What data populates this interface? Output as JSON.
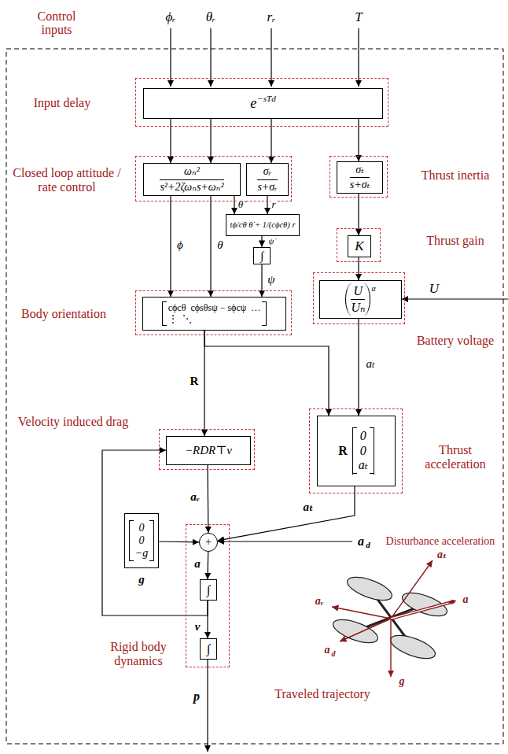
{
  "diagram": {
    "nodes": [
      {
        "text": [
          "Input delay"
        ]
      },
      {
        "text": [
          "e",
          "−sTd"
        ],
        "in": 0
      },
      {
        "text": [
          "Closed loop attitude / rate control"
        ]
      },
      {
        "text": [
          "ωₙ²",
          "s²+2ζωₙs+ωₙ²"
        ],
        "in": 2
      },
      {
        "text": [
          "σᵣ",
          "s+σᵣ"
        ],
        "in": 2
      },
      {
        "text": [
          "Thrust inertia"
        ]
      },
      {
        "text": [
          "σₜ",
          "s+σₜ"
        ],
        "in": 5
      },
      {
        "text": [
          "Thrust gain"
        ]
      },
      {
        "text": [
          "K"
        ],
        "in": 7
      },
      {
        "text": [
          "tϕ/cθ θ̇ + 1/(cϕcθ) r"
        ]
      },
      {
        "text": [
          "∫"
        ]
      },
      {
        "text": [
          "Body orientation"
        ]
      },
      {
        "text": [
          "cϕcθ  cϕsθsψ − sϕcψ  …",
          "⋮  ⋱"
        ],
        "in": 11
      },
      {
        "text": [
          "Battery voltage"
        ]
      },
      {
        "text": [
          "U",
          "Uₙ",
          "α"
        ],
        "in": 13
      },
      {
        "text": [
          "Velocity induced drag"
        ]
      },
      {
        "text": [
          "−RDR⊤v"
        ],
        "in": 15
      },
      {
        "text": [
          "Thrust acceleration"
        ]
      },
      {
        "text": [
          "R",
          "0",
          "0",
          "aₜ"
        ],
        "in": 17
      },
      {
        "text": [
          "Rigid body dynamics"
        ]
      },
      {
        "text": [
          "+"
        ],
        "in": 19
      },
      {
        "text": [
          "∫"
        ],
        "in": 19
      },
      {
        "text": [
          "∫"
        ],
        "in": 19
      },
      {
        "text": [
          "0",
          "0",
          "−g"
        ]
      }
    ],
    "edges": [
      {
        "from": 1,
        "to": 3,
        "arrow": "to"
      },
      {
        "from": 1,
        "to": 3,
        "arrow": "to"
      },
      {
        "from": 1,
        "to": 4,
        "arrow": "to"
      },
      {
        "from": 1,
        "to": 6,
        "arrow": "to"
      },
      {
        "from": 3,
        "to": 9,
        "label": "θ̇",
        "arrow": "to"
      },
      {
        "from": 4,
        "to": 9,
        "label": "r",
        "arrow": "to"
      },
      {
        "from": 9,
        "to": 10,
        "label": "ψ̇",
        "arrow": "to"
      },
      {
        "from": 10,
        "to": 12,
        "label": "ψ",
        "arrow": "to"
      },
      {
        "from": 3,
        "to": 12,
        "label": "ϕ",
        "arrow": "to"
      },
      {
        "from": 3,
        "to": 12,
        "label": "θ",
        "arrow": "to"
      },
      {
        "from": 6,
        "to": 8,
        "arrow": "to"
      },
      {
        "from": 8,
        "to": 14,
        "arrow": "to"
      },
      {
        "from": 14,
        "to": 18,
        "label": "aₜ",
        "arrow": "to"
      },
      {
        "from": 12,
        "to": 16,
        "label": "R",
        "arrow": "to"
      },
      {
        "from": 12,
        "to": 18,
        "arrow": "to"
      },
      {
        "from": 16,
        "to": 20,
        "label": "aᵥ",
        "arrow": "to"
      },
      {
        "from": 18,
        "to": 20,
        "label": "aₜ",
        "arrow": "to"
      },
      {
        "from": 23,
        "to": 20,
        "label": "g",
        "arrow": "to"
      },
      {
        "from": 20,
        "to": 21,
        "label": "a",
        "arrow": "to"
      },
      {
        "from": 21,
        "to": 22,
        "label": "v",
        "arrow": "to"
      },
      {
        "from": 21,
        "to": 16,
        "arrow": "to"
      }
    ],
    "labels": [
      "Control inputs",
      "ϕᵣ",
      "θᵣ",
      "rᵣ",
      "T",
      "U",
      "a",
      "d",
      "Disturbance acceleration",
      "p",
      "Traveled trajectory",
      "aₜ",
      "a",
      "aᵥ",
      "a",
      "d",
      "g"
    ]
  }
}
